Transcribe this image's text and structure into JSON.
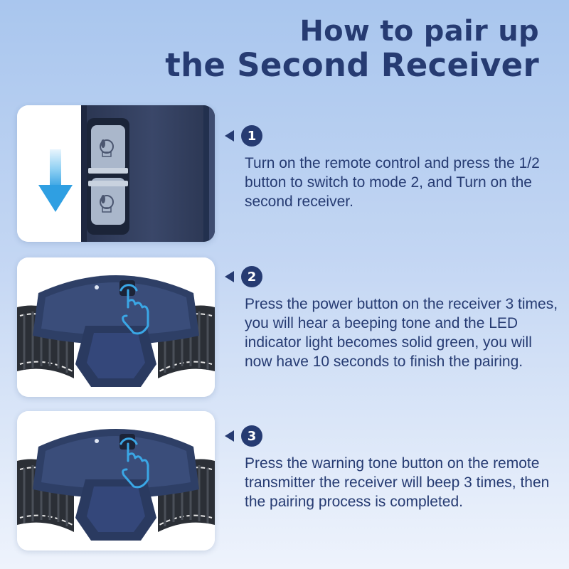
{
  "title": {
    "line1": "How to pair up",
    "line2": "the Second Receiver"
  },
  "colors": {
    "accent": "#263b72",
    "background_top": "#a9c6ee",
    "background_bottom": "#eef3fc",
    "arrow_blue": "#3aa7e6"
  },
  "steps": [
    {
      "number": "1",
      "text": "Turn on the remote control and press the 1/2 button to switch to mode 2, and Turn on the second receiver.",
      "image": "remote-switch-illustration"
    },
    {
      "number": "2",
      "text": "Press the power button on the receiver 3 times, you will hear a beeping tone and the LED indicator light becomes solid green, you will now have 10 seconds to finish the pairing.",
      "image": "receiver-collar-press-illustration"
    },
    {
      "number": "3",
      "text": "Press the warning tone button on the remote transmitter the receiver will beep 3 times, then the pairing process is completed.",
      "image": "receiver-collar-press-illustration"
    }
  ]
}
